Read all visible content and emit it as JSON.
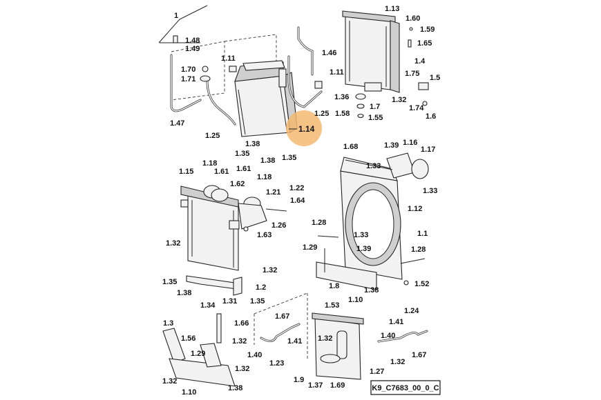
{
  "diagram": {
    "highlight": {
      "label": "1.14",
      "color": "#f5b971"
    },
    "reference_code": "K9_C7683_00_0_C",
    "labels": [
      {
        "id": "1",
        "text": "1"
      },
      {
        "id": "1.48",
        "text": "1.48"
      },
      {
        "id": "1.49",
        "text": "1.49"
      },
      {
        "id": "1.11a",
        "text": "1.11"
      },
      {
        "id": "1.70",
        "text": "1.70"
      },
      {
        "id": "1.71",
        "text": "1.71"
      },
      {
        "id": "1.47",
        "text": "1.47"
      },
      {
        "id": "1.25a",
        "text": "1.25"
      },
      {
        "id": "1.38a",
        "text": "1.38"
      },
      {
        "id": "1.35a",
        "text": "1.35"
      },
      {
        "id": "1.38b",
        "text": "1.38"
      },
      {
        "id": "1.35b",
        "text": "1.35"
      },
      {
        "id": "1.46",
        "text": "1.46"
      },
      {
        "id": "1.11b",
        "text": "1.11"
      },
      {
        "id": "1.25b",
        "text": "1.25"
      },
      {
        "id": "1.13",
        "text": "1.13"
      },
      {
        "id": "1.60",
        "text": "1.60"
      },
      {
        "id": "1.59",
        "text": "1.59"
      },
      {
        "id": "1.65",
        "text": "1.65"
      },
      {
        "id": "1.4",
        "text": "1.4"
      },
      {
        "id": "1.75",
        "text": "1.75"
      },
      {
        "id": "1.5",
        "text": "1.5"
      },
      {
        "id": "1.32a",
        "text": "1.32"
      },
      {
        "id": "1.74",
        "text": "1.74"
      },
      {
        "id": "1.6",
        "text": "1.6"
      },
      {
        "id": "1.36",
        "text": "1.36"
      },
      {
        "id": "1.7",
        "text": "1.7"
      },
      {
        "id": "1.58",
        "text": "1.58"
      },
      {
        "id": "1.55",
        "text": "1.55"
      },
      {
        "id": "1.68",
        "text": "1.68"
      },
      {
        "id": "1.39a",
        "text": "1.39"
      },
      {
        "id": "1.16",
        "text": "1.16"
      },
      {
        "id": "1.17",
        "text": "1.17"
      },
      {
        "id": "1.33a",
        "text": "1.33"
      },
      {
        "id": "1.33b",
        "text": "1.33"
      },
      {
        "id": "1.12",
        "text": "1.12"
      },
      {
        "id": "1.15",
        "text": "1.15"
      },
      {
        "id": "1.18a",
        "text": "1.18"
      },
      {
        "id": "1.61a",
        "text": "1.61"
      },
      {
        "id": "1.61b",
        "text": "1.61"
      },
      {
        "id": "1.62",
        "text": "1.62"
      },
      {
        "id": "1.18b",
        "text": "1.18"
      },
      {
        "id": "1.21",
        "text": "1.21"
      },
      {
        "id": "1.22",
        "text": "1.22"
      },
      {
        "id": "1.64",
        "text": "1.64"
      },
      {
        "id": "1.26",
        "text": "1.26"
      },
      {
        "id": "1.63",
        "text": "1.63"
      },
      {
        "id": "1.1",
        "text": "1.1"
      },
      {
        "id": "1.28a",
        "text": "1.28"
      },
      {
        "id": "1.33c",
        "text": "1.33"
      },
      {
        "id": "1.29a",
        "text": "1.29"
      },
      {
        "id": "1.39b",
        "text": "1.39"
      },
      {
        "id": "1.28b",
        "text": "1.28"
      },
      {
        "id": "1.8",
        "text": "1.8"
      },
      {
        "id": "1.38c",
        "text": "1.38"
      },
      {
        "id": "1.10a",
        "text": "1.10"
      },
      {
        "id": "1.52",
        "text": "1.52"
      },
      {
        "id": "1.32b",
        "text": "1.32"
      },
      {
        "id": "1.32c",
        "text": "1.32"
      },
      {
        "id": "1.35c",
        "text": "1.35"
      },
      {
        "id": "1.2",
        "text": "1.2"
      },
      {
        "id": "1.38d",
        "text": "1.38"
      },
      {
        "id": "1.34",
        "text": "1.34"
      },
      {
        "id": "1.31",
        "text": "1.31"
      },
      {
        "id": "1.35d",
        "text": "1.35"
      },
      {
        "id": "1.3",
        "text": "1.3"
      },
      {
        "id": "1.56",
        "text": "1.56"
      },
      {
        "id": "1.29b",
        "text": "1.29"
      },
      {
        "id": "1.32d",
        "text": "1.32"
      },
      {
        "id": "1.32e",
        "text": "1.32"
      },
      {
        "id": "1.10b",
        "text": "1.10"
      },
      {
        "id": "1.38e",
        "text": "1.38"
      },
      {
        "id": "1.66",
        "text": "1.66"
      },
      {
        "id": "1.67a",
        "text": "1.67"
      },
      {
        "id": "1.32f",
        "text": "1.32"
      },
      {
        "id": "1.41a",
        "text": "1.41"
      },
      {
        "id": "1.40a",
        "text": "1.40"
      },
      {
        "id": "1.23",
        "text": "1.23"
      },
      {
        "id": "1.53",
        "text": "1.53"
      },
      {
        "id": "1.32g",
        "text": "1.32"
      },
      {
        "id": "1.27",
        "text": "1.27"
      },
      {
        "id": "1.9",
        "text": "1.9"
      },
      {
        "id": "1.37",
        "text": "1.37"
      },
      {
        "id": "1.69",
        "text": "1.69"
      },
      {
        "id": "1.24",
        "text": "1.24"
      },
      {
        "id": "1.41b",
        "text": "1.41"
      },
      {
        "id": "1.40b",
        "text": "1.40"
      },
      {
        "id": "1.32h",
        "text": "1.32"
      },
      {
        "id": "1.67b",
        "text": "1.67"
      }
    ]
  }
}
